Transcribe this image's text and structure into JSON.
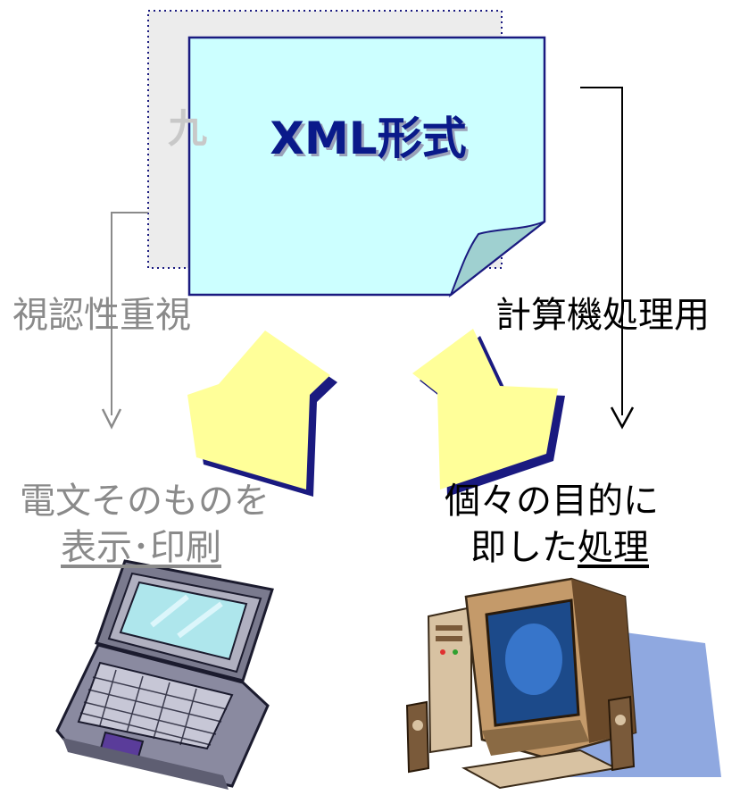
{
  "main_card": {
    "title": "XML形式"
  },
  "back_card": {
    "peek_text": "九"
  },
  "left_branch": {
    "label": "視認性重視",
    "result_line1": "電文そのものを",
    "result_line2_a": "表示",
    "result_line2_sep": "･",
    "result_line2_b": "印刷",
    "device_icon": "laptop-icon"
  },
  "right_branch": {
    "label": "計算機処理用",
    "result_line1": "個々の目的に",
    "result_line2_a": "即した",
    "result_line2_b": "処理",
    "device_icon": "desktop-computer-icon"
  },
  "colors": {
    "card_fill": "#ccffff",
    "card_border": "#1a1a80",
    "card_fold": "#9fd0d0",
    "arrow_fill": "#ffff99",
    "arrow_shadow": "#1a1a80",
    "back_card_fill": "#ececec",
    "gray_line": "#8a8a8a"
  }
}
